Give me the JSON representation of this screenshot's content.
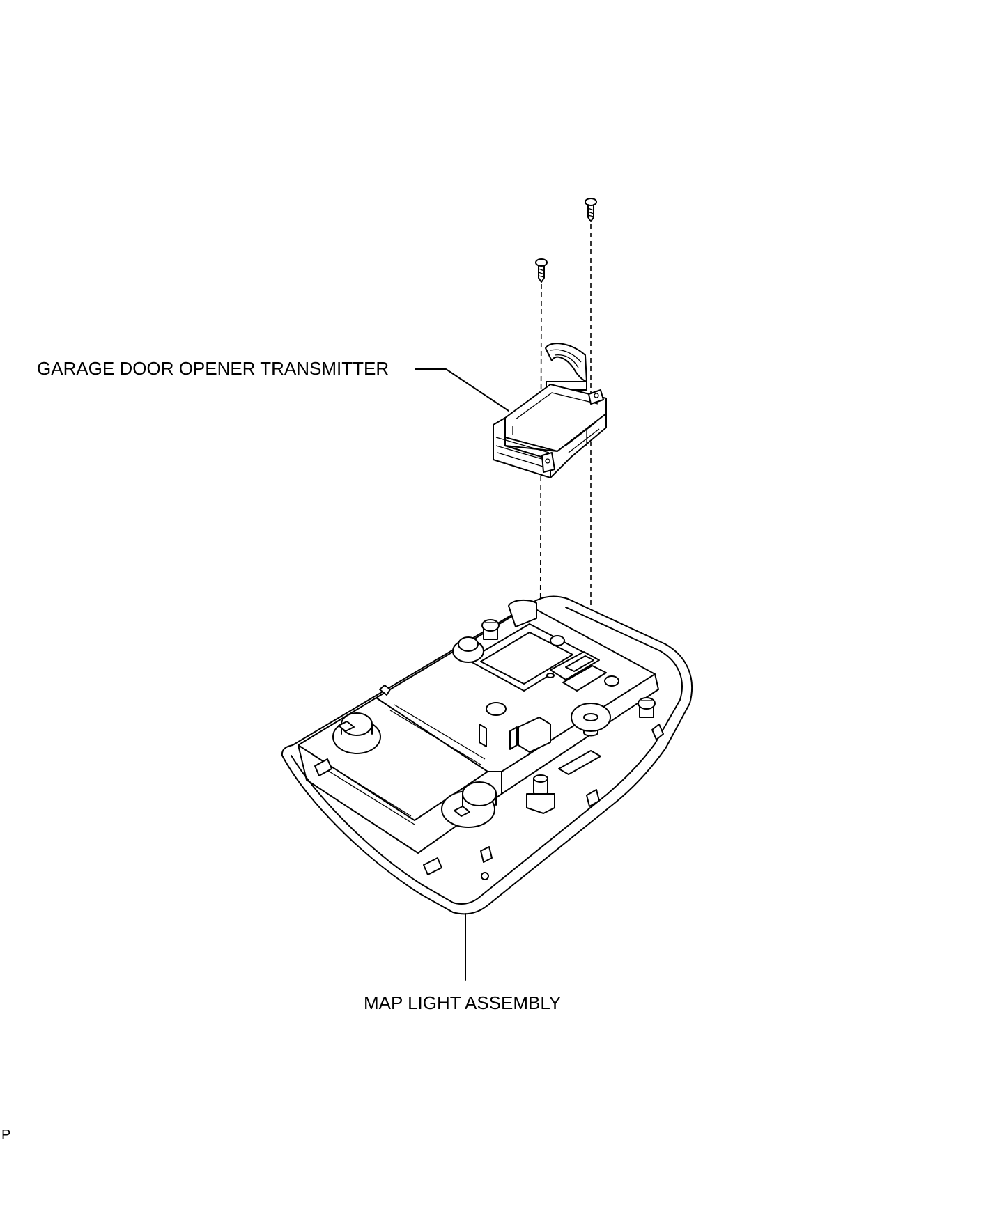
{
  "labels": {
    "transmitter": "GARAGE DOOR OPENER TRANSMITTER",
    "map_light": "MAP LIGHT ASSEMBLY",
    "corner_mark": "P"
  }
}
